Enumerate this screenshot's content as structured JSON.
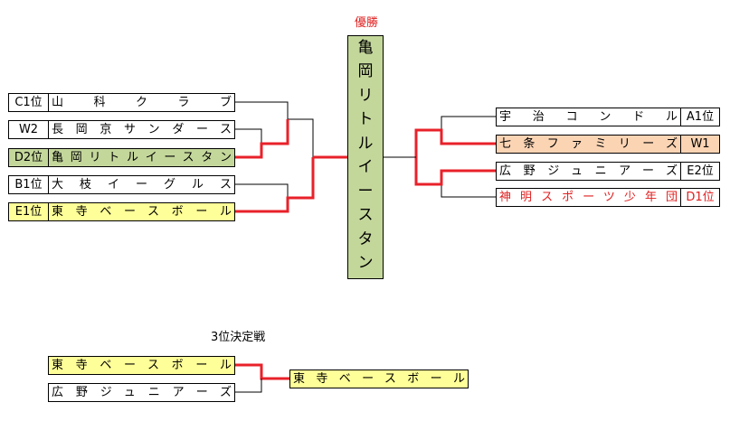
{
  "title_champion": "優勝",
  "champion_chars": [
    "亀",
    "岡",
    "リ",
    "ト",
    "ル",
    "イ",
    "ー",
    "ス",
    "タ",
    "ン"
  ],
  "left": [
    {
      "seed": "C1位",
      "team": "山　科　ク　ラ　ブ"
    },
    {
      "seed": "W2",
      "team": "長岡京サンダース"
    },
    {
      "seed": "D2位",
      "team": "亀岡リトルイースタン"
    },
    {
      "seed": "B1位",
      "team": "大枝イーグルス"
    },
    {
      "seed": "E1位",
      "team": "東寺ベースボール"
    }
  ],
  "right": [
    {
      "team": "宇治コンドル",
      "seed": "A1位"
    },
    {
      "team": "七条ファミリーズ",
      "seed": "W1"
    },
    {
      "team": "広野ジュニアーズ",
      "seed": "E2位"
    },
    {
      "team": "神明スポーツ少年団",
      "seed": "D1位"
    }
  ],
  "third_title": "3位決定戦",
  "third": [
    {
      "team": "東寺ベースボール"
    },
    {
      "team": "広野ジュニアーズ"
    }
  ],
  "third_winner": "東寺ベースボール",
  "colors": {
    "winner_line": "#e8212a",
    "green": "#c4d79b",
    "yellow": "#ffff99",
    "peach": "#fbd4b4",
    "red_text": "#e02020"
  }
}
